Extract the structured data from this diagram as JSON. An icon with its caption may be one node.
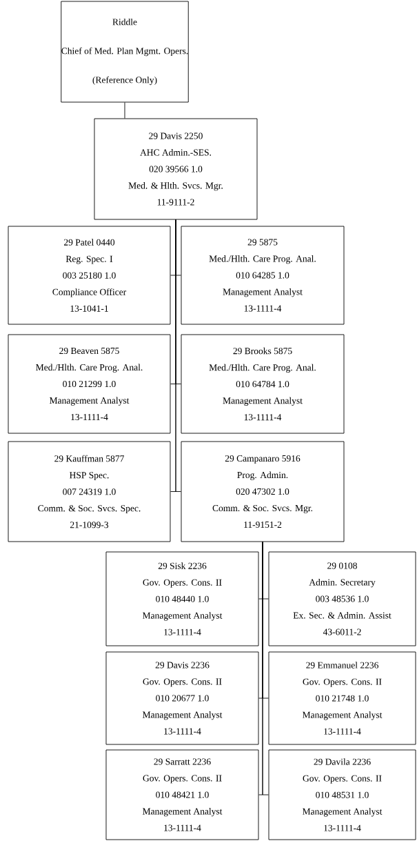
{
  "diagram": {
    "nodes": [
      {
        "text": [
          "Riddle",
          "Chief of Med. Plan Mgmt. Opers.",
          "(Reference Only)"
        ]
      },
      {
        "text": [
          "29 Davis 2250",
          "AHC Admin.-SES.",
          "020 39566 1.0",
          "Med. & Hlth. Svcs. Mgr.",
          "11-9111-2"
        ]
      },
      {
        "text": [
          "29 Patel 0440",
          "Reg. Spec. I",
          "003 25180 1.0",
          "Compliance Officer",
          "13-1041-1"
        ]
      },
      {
        "text": [
          "29 5875",
          "Med./Hlth. Care Prog. Anal.",
          "010 64285 1.0",
          "Management Analyst",
          "13-1111-4"
        ]
      },
      {
        "text": [
          "29 Beaven 5875",
          "Med./Hlth. Care Prog. Anal.",
          "010 21299 1.0",
          "Management Analyst",
          "13-1111-4"
        ]
      },
      {
        "text": [
          "29 Brooks 5875",
          "Med./Hlth. Care Prog. Anal.",
          "010 64784 1.0",
          "Management Analyst",
          "13-1111-4"
        ]
      },
      {
        "text": [
          "29 Kauffman 5877",
          "HSP Spec.",
          "007 24319 1.0",
          "Comm. & Soc. Svcs. Spec.",
          "21-1099-3"
        ]
      },
      {
        "text": [
          "29 Campanaro 5916",
          "Prog. Admin.",
          "020 47302 1.0",
          "Comm. & Soc. Svcs. Mgr.",
          "11-9151-2"
        ]
      },
      {
        "text": [
          "29 Sisk 2236",
          "Gov. Opers. Cons. II",
          "010 48440 1.0",
          "Management Analyst",
          "13-1111-4"
        ]
      },
      {
        "text": [
          "29 0108",
          "Admin. Secretary",
          "003 48536 1.0",
          "Ex. Sec. & Admin. Assist",
          "43-6011-2"
        ]
      },
      {
        "text": [
          "29 Davis 2236",
          "Gov. Opers. Cons. II",
          "010 20677 1.0",
          "Management Analyst",
          "13-1111-4"
        ]
      },
      {
        "text": [
          "29 Emmanuel 2236",
          "Gov. Opers. Cons. II",
          "010 21748 1.0",
          "Management Analyst",
          "13-1111-4"
        ]
      },
      {
        "text": [
          "29 Sarratt 2236",
          "Gov. Opers. Cons. II",
          "010 48421 1.0",
          "Management Analyst",
          "13-1111-4"
        ]
      },
      {
        "text": [
          "29 Davila 2236",
          "Gov. Opers. Cons. II",
          "010 48531 1.0",
          "Management Analyst",
          "13-1111-4"
        ]
      }
    ],
    "edges": [
      {
        "from": 0,
        "to": 1,
        "arrow": "none"
      },
      {
        "from": 1,
        "to": 2,
        "arrow": "none"
      },
      {
        "from": 1,
        "to": 3,
        "arrow": "none"
      },
      {
        "from": 1,
        "to": 4,
        "arrow": "none"
      },
      {
        "from": 1,
        "to": 5,
        "arrow": "none"
      },
      {
        "from": 1,
        "to": 6,
        "arrow": "none"
      },
      {
        "from": 1,
        "to": 7,
        "arrow": "none"
      },
      {
        "from": 7,
        "to": 8,
        "arrow": "none"
      },
      {
        "from": 7,
        "to": 9,
        "arrow": "none"
      },
      {
        "from": 7,
        "to": 10,
        "arrow": "none"
      },
      {
        "from": 7,
        "to": 11,
        "arrow": "none"
      },
      {
        "from": 7,
        "to": 12,
        "arrow": "none"
      },
      {
        "from": 7,
        "to": 13,
        "arrow": "none"
      }
    ]
  }
}
